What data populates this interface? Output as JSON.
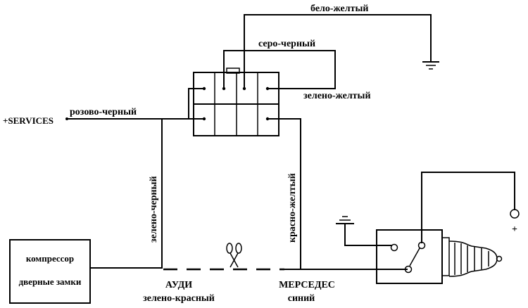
{
  "labels": {
    "white_yellow": "бело-желтый",
    "grey_black": "серо-черный",
    "green_yellow": "зелено-желтый",
    "pink_black": "розово-черный",
    "services": "+SERVICES",
    "green_black": "зелено-черный",
    "red_yellow": "красно-желтый",
    "box_line1": "компрессор",
    "box_line2": "дверные замки",
    "audi": "АУДИ",
    "audi_color": "зелено-красный",
    "mercedes": "МЕРСЕДЕС",
    "mercedes_color": "синий",
    "plus": "+"
  }
}
